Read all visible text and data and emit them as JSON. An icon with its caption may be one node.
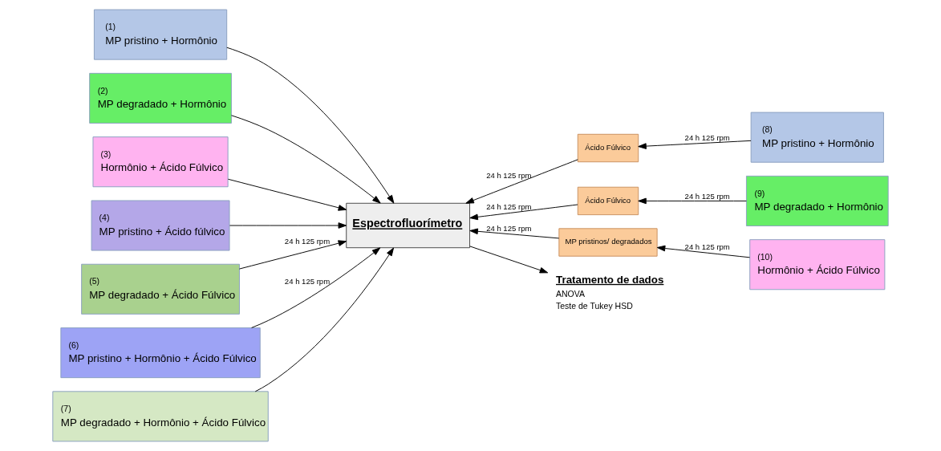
{
  "diagram": {
    "nodes": [
      {
        "text": [
          "(1)",
          "MP pristino + Hormônio"
        ]
      },
      {
        "text": [
          "(2)",
          "MP degradado + Hormônio"
        ]
      },
      {
        "text": [
          "(3)",
          "Hormônio + Ácido Fúlvico"
        ]
      },
      {
        "text": [
          "(4)",
          "MP pristino + Ácido fúlvico"
        ]
      },
      {
        "text": [
          "(5)",
          "MP degradado + Ácido Fúlvico"
        ]
      },
      {
        "text": [
          "(6)",
          "MP pristino + Hormônio + Ácido Fúlvico"
        ]
      },
      {
        "text": [
          "(7)",
          "MP degradado + Hormônio + Ácido Fúlvico"
        ]
      },
      {
        "text": [
          "(8)",
          "MP pristino + Hormônio"
        ]
      },
      {
        "text": [
          "(9)",
          "MP degradado + Hormônio"
        ]
      },
      {
        "text": [
          "(10)",
          "Hormônio + Ácido Fúlvico"
        ]
      },
      {
        "text": [
          "Ácido Fúlvico"
        ]
      },
      {
        "text": [
          "Ácido Fúlvico"
        ]
      },
      {
        "text": [
          "MP pristinos/ degradados"
        ]
      },
      {
        "text": [
          "Espectrofluorímetro"
        ]
      },
      {
        "text": [
          "Tratamento de dados",
          "ANOVA",
          "Teste de Tukey HSD"
        ]
      }
    ],
    "edges": [
      {
        "from": 0,
        "to": 13,
        "arrow": "to"
      },
      {
        "from": 1,
        "to": 13,
        "arrow": "to"
      },
      {
        "from": 2,
        "to": 13,
        "arrow": "to"
      },
      {
        "from": 3,
        "to": 13,
        "arrow": "to"
      },
      {
        "from": 4,
        "to": 13,
        "arrow": "to",
        "label": "24 h 125 rpm"
      },
      {
        "from": 5,
        "to": 13,
        "arrow": "to",
        "label": "24 h 125 rpm"
      },
      {
        "from": 6,
        "to": 13,
        "arrow": "to"
      },
      {
        "from": 7,
        "to": 10,
        "arrow": "to",
        "label": "24 h 125 rpm"
      },
      {
        "from": 8,
        "to": 11,
        "arrow": "to",
        "label": "24 h 125 rpm"
      },
      {
        "from": 9,
        "to": 12,
        "arrow": "to",
        "label": "24 h 125 rpm"
      },
      {
        "from": 10,
        "to": 13,
        "arrow": "to",
        "label": "24 h 125 rpm"
      },
      {
        "from": 11,
        "to": 13,
        "arrow": "to",
        "label": "24 h 125 rpm"
      },
      {
        "from": 12,
        "to": 13,
        "arrow": "to",
        "label": "24 h 125 rpm"
      },
      {
        "from": 13,
        "to": 14,
        "arrow": "to"
      }
    ]
  }
}
